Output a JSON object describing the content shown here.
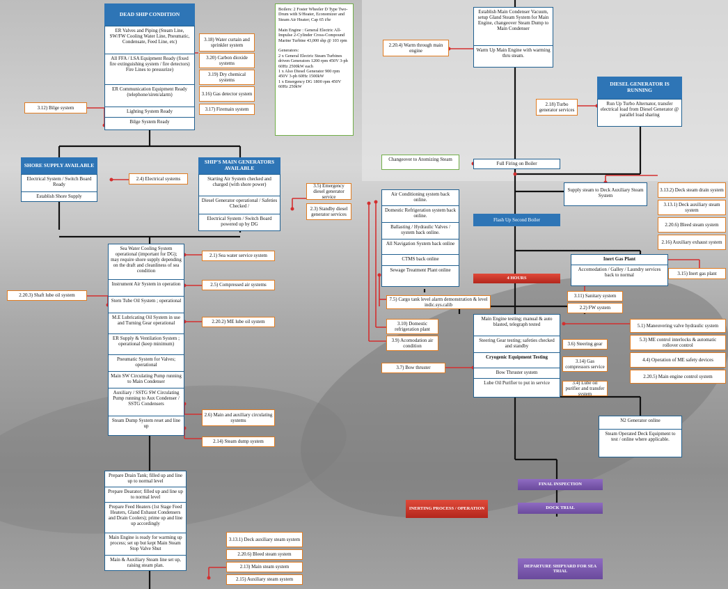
{
  "dead_ship": {
    "title": "DEAD SHIP CONDITION",
    "items": [
      "ER Valves and Piping (Steam Line, SW/FW Cooling Water Line, Pneumatic, Condensate, Feed Line, etc)",
      "All FFA / LSA Equipment Ready (fixed fire extinguishing system / fire detectors) Fire Lines to pressurize)",
      "ER Communication Equipment Ready (telephone/siren/alarm)",
      "Lighting System Ready",
      "Bilge System Ready"
    ],
    "refs": [
      "3.18) Water curtain and sprinkler system",
      "3.20) Carbon dioxide systems",
      "3.19) Dry chemical systems",
      "3.16) Gas detector system",
      "3.17) Firemain system"
    ],
    "bilge_ref": "3.12) Bilge system"
  },
  "info_box": "Boilers: 2 Foster Wheeler D Type Two-Drum with S/Heater, Economizer and Steam Air Heater; Cap 65 t/hr\n\nMain Engine : General Electric All-Impulse 2-Cylinder Cross-Compound Marine Turbine 43,000 shp @ 103 rpm\n\nGenerators:\n2 x General Electric Steam Turbines driven Generators 1200 rpm 450V 3-ph 60Hz 2500kW each\n1 x Also Diesel Generator 900 rpm 450V 3-ph 60Hz 1500kW\n1 x Emergency DG 1800 rpm 450V 60Hz 250kW",
  "shore": {
    "title": "SHORE SUPPLY AVAILABLE",
    "items": [
      "Electrical System / Switch Board Ready",
      "Establish Shore Supply"
    ],
    "ref": "2.4) Electrical systems"
  },
  "ship_gen": {
    "title": "SHIP'S MAIN GENERATORS AVAILABLE",
    "items": [
      "Starting Air System checked and charged (with shore power)",
      "Diesel Generator operational / Safeties Checked /",
      "Electrical System / Switch Board powered up by DG"
    ],
    "refs": [
      "3.5) Emergency diesel generator service",
      "2.3) Standby diesel generator services"
    ]
  },
  "systems": {
    "items": [
      "Sea Water Cooling System operational (important for DG); may require shore supply depending on the draft and cleanliness of sea condition",
      "Instrument Air System in operation",
      "Stern Tube Oil System ; operational",
      "M.E Lubricating Oil System in use and Turning Gear operational",
      "ER Supply & Ventilation System ; operational (keep minimum)",
      "Pneumatic System for Valves; operational",
      "Main SW Circulating Pump running to Main Condenser",
      "Auxiliary / SSTG SW Circulating Pump running to Aux Condenser / SSTG Condensers",
      "Steam Dump System reset and line up"
    ],
    "refs": [
      "2.1) Sea water service system",
      "2.5) Compressed air systems",
      "2.20.3) Shaft lube oil system",
      "2.20.2) ME lube oil system",
      "2.6) Main and auxiliary circulating systems",
      "2.14) Steam dump system"
    ]
  },
  "feed": {
    "items": [
      "Prepare Drain Tank; filled up and line up to normal level",
      "Prepare Dearator; filled up and line up to normal level",
      "Prepare Feed Heaters (1st Stage Feed Heaters, Gland Exhaust Condensers and Drain Coolers); prime up and line up accordingly",
      "Main Engine is ready for warming up process; set up but kept Main Steam Stop Valve Shut",
      "Main & Auxiliary Steam line set up, raising steam plan."
    ],
    "refs": [
      "3.13.1) Deck auxiliary steam system",
      "2.20.6) Bleed steam system",
      "2.13) Main steam system",
      "2.15) Auxiliary steam system"
    ]
  },
  "main_condenser": {
    "items": [
      "Establish Main Condenser Vacuum, setup Gland Steam System for Main Engine, changeover Steam Dump to Main Condenser",
      "Warm Up Main Engine with warming thru steam."
    ],
    "ref": "2.20.4) Warm through main engine"
  },
  "dg_running": {
    "title": "DIESEL GENERATOR IS RUNNING",
    "text": "Run Up Turbo Alternator, transfer electrical load from Diesel Generator @ parallel load sharing",
    "ref": "2.18) Turbo generator services"
  },
  "firing": {
    "atomizing": "Changeover to Atomizing Steam",
    "full_firing": "Full Firing on Boiler",
    "second_boiler": "Flash Up Second Boiler",
    "deck_steam": "Supply steam to Deck Auxiliary Steam System",
    "deck_refs": [
      "3.13.2) Deck steam drain system",
      "3.13.1) Deck auxiliary steam system",
      "2.20.6) Bleed steam system",
      "2.16) Auxiliary exhaust system"
    ]
  },
  "accom": {
    "items": [
      "Air Conditioning system back online.",
      "Domestic Refrigeration system back online.",
      "Ballasting / Hydraulic Valves / system back online.",
      "All Navigation System back online",
      "CTMS back online",
      "Sewage Treatment Plant online"
    ],
    "refs": [
      "7.5) Cargo tank level alarm demonstration & level indic.sys.calib",
      "3.10) Domestic refrigeration plant",
      "3.9) Acomodation air condition"
    ]
  },
  "four_hours": "4 HOURS",
  "inert": {
    "items": [
      "Inert Gas Plant",
      "Accomodation / Galley / Laundry services back to normal"
    ],
    "refs": [
      "3.15) Inert gas plant",
      "3.11) Sanitary system",
      "2.2) FW system"
    ]
  },
  "testing": {
    "items": [
      "Main Engine testing; manual & auto blasted, telegraph tested",
      "Steering Gear testing; safeties checked and standby",
      "Cryogenic Equipment Testing",
      "Bow Thruster system",
      "Lube Oil Purifier to put in service"
    ],
    "refs": [
      "5.1) Maneuvering valve hydraulic system",
      "5.3) ME control interlocks & automatic rollover control",
      "4.4) Operation of ME safety devices",
      "2.20.5) Main engine control system"
    ],
    "mid_refs": [
      "3.6) Steering gear",
      "3.14) Gas compressors service",
      "3.4) Lube oil purifier and transfer system"
    ],
    "bow_ref": "3.7) Bow thruster"
  },
  "n2": {
    "items": [
      "N2 Generator online",
      "Steam Operated Deck Equipment to test / online where applicable."
    ]
  },
  "final": {
    "inspection": "FINAL INSPECTION",
    "dock": "DOCK TRIAL",
    "departure": "DEPARTURE SHIPYARD FOR SEA TRIAL",
    "inerting": "INERTING PROCESS / OPERATION"
  },
  "colors": {
    "blue": "#2e75b6",
    "orange": "#e07b20",
    "red": "#d32f2f",
    "green": "#70ad47",
    "purple": "#7b5aa6"
  }
}
